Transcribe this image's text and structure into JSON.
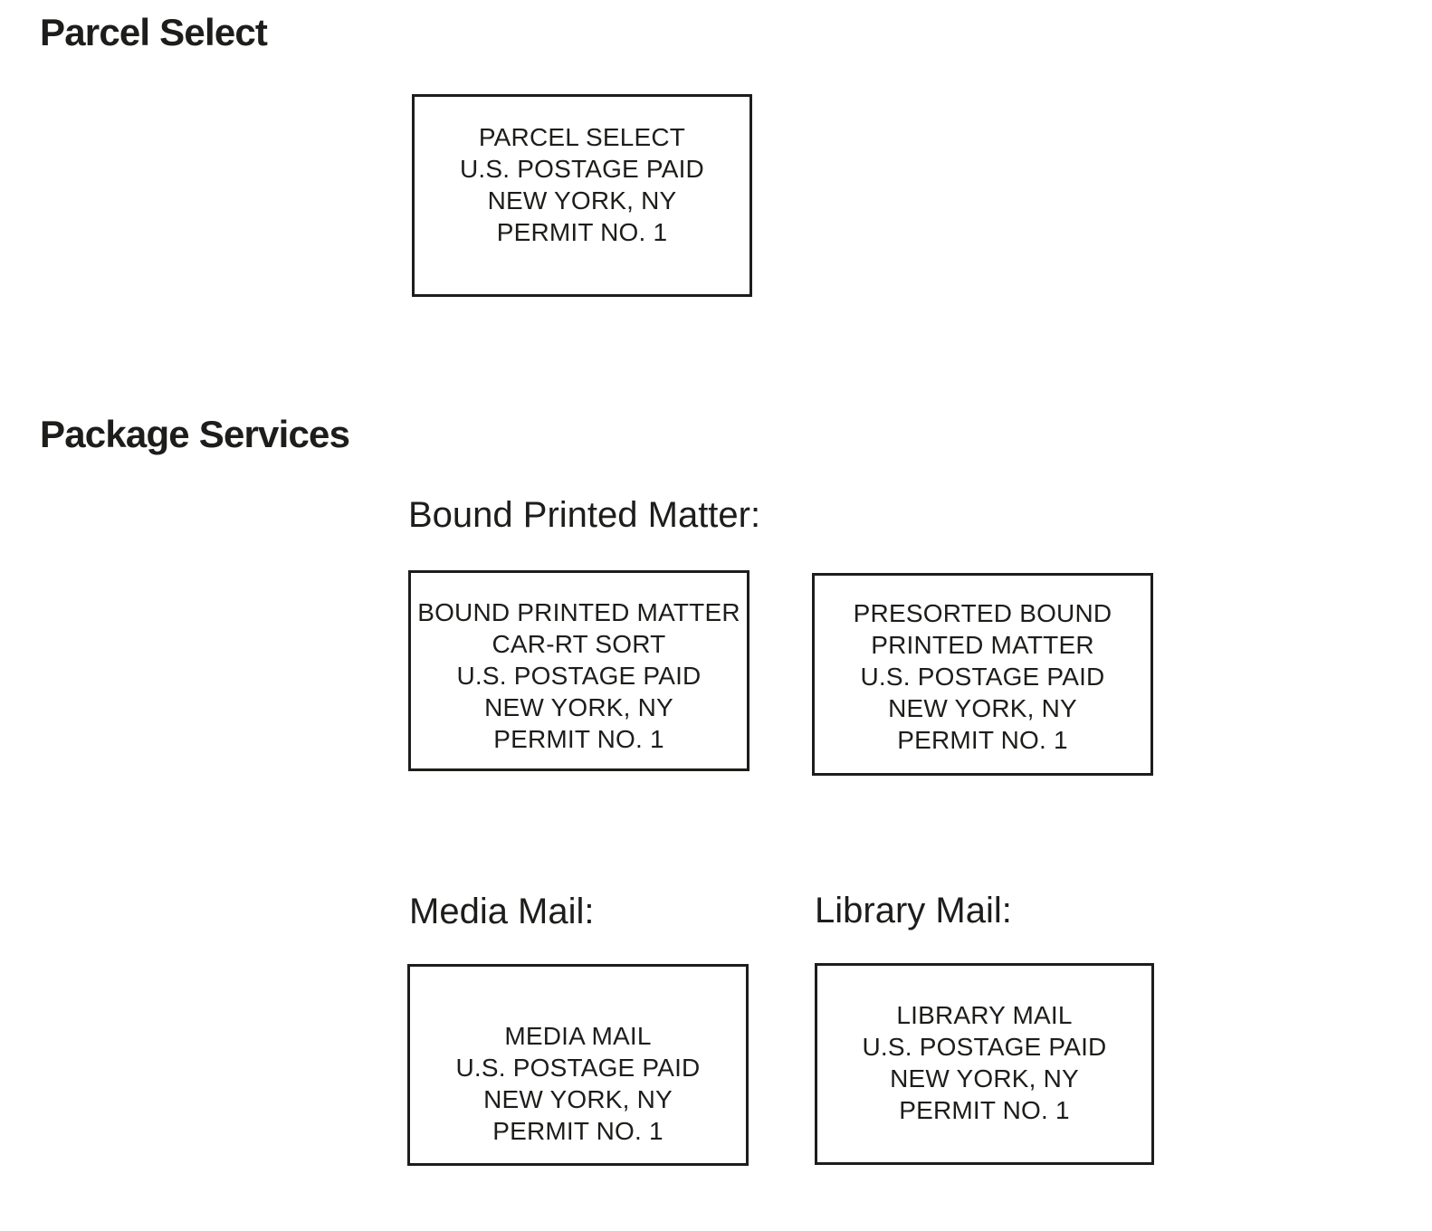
{
  "colors": {
    "ink": "#1d1d1b",
    "background": "#ffffff"
  },
  "sections": {
    "parcel_select": {
      "heading": "Parcel Select",
      "indicium": {
        "lines": [
          "PARCEL SELECT",
          "U.S. POSTAGE PAID",
          "NEW YORK, NY",
          "PERMIT NO. 1"
        ]
      }
    },
    "package_services": {
      "heading": "Package Services",
      "subsections": {
        "bound_printed_matter": {
          "label": "Bound Printed Matter:",
          "indicia": [
            {
              "lines": [
                "BOUND PRINTED MATTER",
                "CAR-RT SORT",
                "U.S. POSTAGE PAID",
                "NEW YORK, NY",
                "PERMIT NO. 1"
              ]
            },
            {
              "lines": [
                "PRESORTED BOUND",
                "PRINTED MATTER",
                "U.S. POSTAGE PAID",
                "NEW YORK, NY",
                "PERMIT NO. 1"
              ]
            }
          ]
        },
        "media_mail": {
          "label": "Media Mail:",
          "indicium": {
            "lines": [
              "MEDIA MAIL",
              "U.S. POSTAGE PAID",
              "NEW YORK, NY",
              "PERMIT NO. 1"
            ]
          }
        },
        "library_mail": {
          "label": "Library Mail:",
          "indicium": {
            "lines": [
              "LIBRARY MAIL",
              "U.S. POSTAGE PAID",
              "NEW YORK, NY",
              "PERMIT NO. 1"
            ]
          }
        }
      }
    }
  }
}
